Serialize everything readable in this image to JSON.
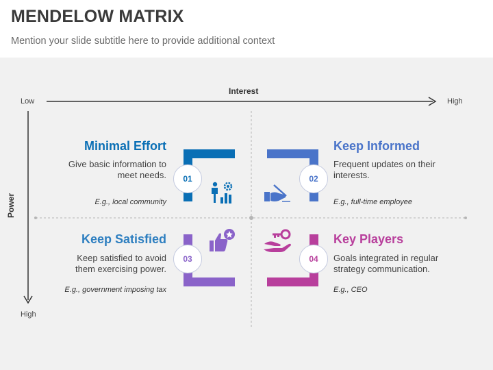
{
  "title": "MENDELOW MATRIX",
  "subtitle": "Mention your slide subtitle here to provide additional context",
  "axes": {
    "x_title": "Interest",
    "x_low": "Low",
    "x_high": "High",
    "y_title": "Power",
    "y_high": "High"
  },
  "quadrants": [
    {
      "number": "01",
      "title": "Minimal Effort",
      "description": "Give basic information to meet needs.",
      "example": "E.g., local community",
      "color": "#0a6fb5",
      "icon": "growth-gear-icon"
    },
    {
      "number": "02",
      "title": "Keep Informed",
      "description": "Frequent updates on their interests.",
      "example": "E.g., full-time employee",
      "color": "#4a74c9",
      "icon": "hand-pen-icon"
    },
    {
      "number": "03",
      "title": "Keep Satisfied",
      "description": "Keep satisfied to avoid them exercising power.",
      "example": "E.g., government imposing tax",
      "color": "#2e7fc0",
      "bracket_color": "#8a63c9",
      "icon": "thumbs-up-star-icon"
    },
    {
      "number": "04",
      "title": "Key Players",
      "description": "Goals integrated in regular strategy communication.",
      "example": "E.g., CEO",
      "color": "#b83f9c",
      "icon": "hand-key-icon"
    }
  ]
}
